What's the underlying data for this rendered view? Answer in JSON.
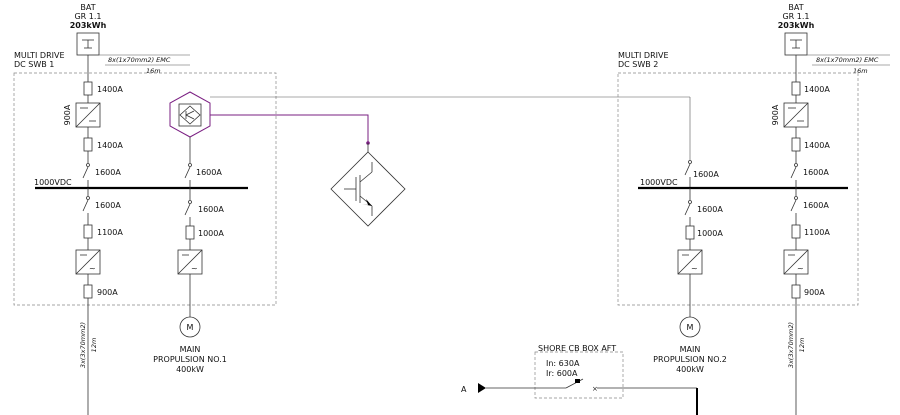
{
  "battery_left": {
    "line1": "BAT",
    "line2": "GR 1.1",
    "capacity": "203kWh",
    "cable": "8x(1x70mm2) EMC",
    "length": "16m"
  },
  "battery_right": {
    "line1": "BAT",
    "line2": "GR 1.1",
    "capacity": "203kWh",
    "cable": "8x(1x70mm2) EMC",
    "length": "16m"
  },
  "swb1": {
    "title1": "MULTI DRIVE",
    "title2": "DC SWB 1",
    "bus_voltage": "1000VDC"
  },
  "swb2": {
    "title1": "MULTI DRIVE",
    "title2": "DC SWB 2",
    "bus_voltage": "1000VDC"
  },
  "swb1_labels": {
    "fuse_top": "1400A",
    "converter": "900A",
    "fuse_mid": "1400A",
    "breaker_top": "1600A",
    "breaker_low": "1600A",
    "fuse_low": "1100A",
    "fuse_out": "900A",
    "col2_breaker_top": "1600A",
    "col2_breaker_low": "1600A",
    "col2_fuse": "1000A"
  },
  "swb2_labels": {
    "col1_breaker_top": "1600A",
    "col1_breaker_low": "1600A",
    "col1_fuse": "1000A",
    "fuse_top": "1400A",
    "converter": "900A",
    "fuse_mid": "1400A",
    "breaker_top": "1600A",
    "breaker_low": "1600A",
    "fuse_low": "1100A",
    "fuse_out": "900A"
  },
  "cable_left": {
    "cable": "3x(3x70mm2)",
    "length": "12m"
  },
  "cable_right": {
    "cable": "3x(3x70mm2)",
    "length": "12m"
  },
  "motor1": {
    "symbol": "M",
    "line1": "MAIN",
    "line2": "PROPULSION NO.1",
    "power": "400kW"
  },
  "motor2": {
    "symbol": "M",
    "line1": "MAIN",
    "line2": "PROPULSION NO.2",
    "power": "400kW"
  },
  "shore": {
    "title": "SHORE CB BOX AFT",
    "in": "In: 630A",
    "ir": "Ir: 600A",
    "ref": "A"
  }
}
